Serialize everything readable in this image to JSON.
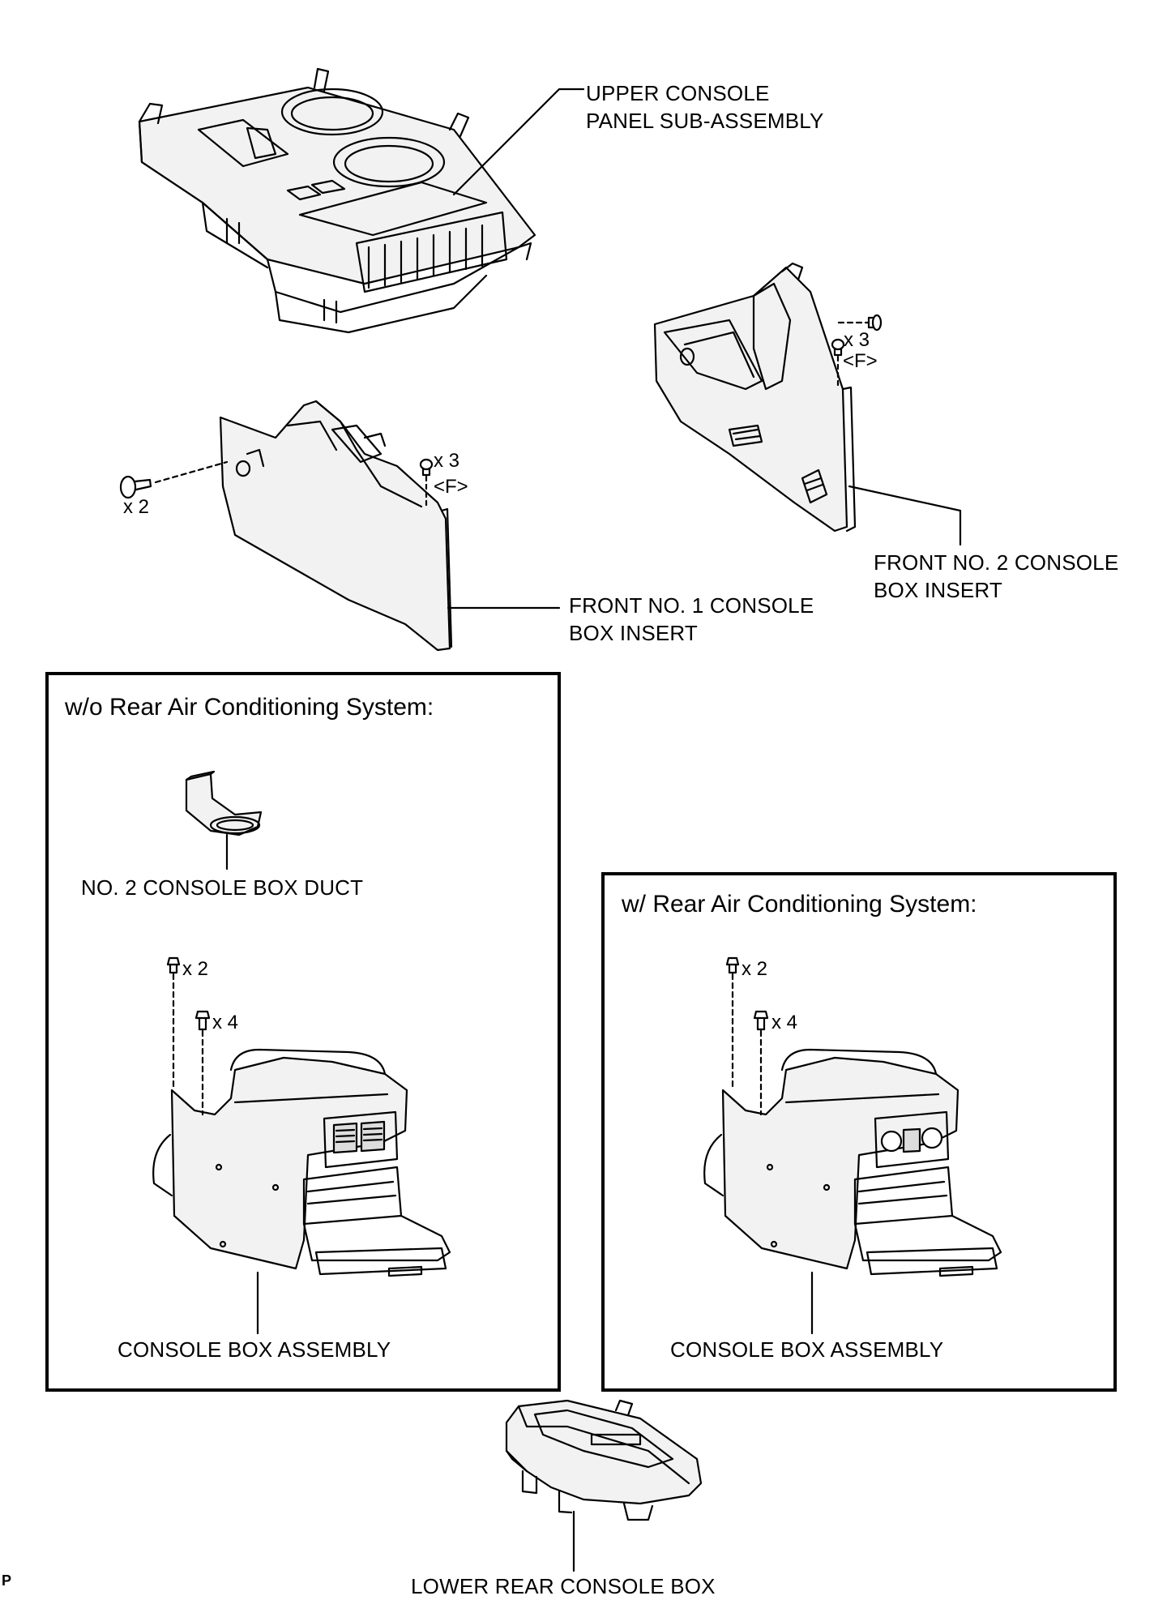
{
  "labels": {
    "upper_console": "UPPER CONSOLE\nPANEL SUB-ASSEMBLY",
    "front_no2": "FRONT NO. 2 CONSOLE\nBOX INSERT",
    "front_no1": "FRONT NO. 1 CONSOLE\nBOX INSERT",
    "duct": "NO. 2 CONSOLE BOX DUCT",
    "console_box_left": "CONSOLE BOX ASSEMBLY",
    "console_box_right": "CONSOLE BOX ASSEMBLY",
    "lower_rear": "LOWER REAR CONSOLE BOX"
  },
  "quantities": {
    "no1_clips": "x 2",
    "no1_screws": "x 3",
    "no1_screw_type": "<F>",
    "no2_screws": "x 3",
    "no2_screw_type": "<F>",
    "left_bolts_a": "x 2",
    "left_bolts_b": "x 4",
    "right_bolts_a": "x 2",
    "right_bolts_b": "x 4"
  },
  "boxes": {
    "without_rear_ac": "w/o Rear Air Conditioning System:",
    "with_rear_ac": "w/ Rear Air Conditioning System:"
  },
  "corner_mark": "P"
}
